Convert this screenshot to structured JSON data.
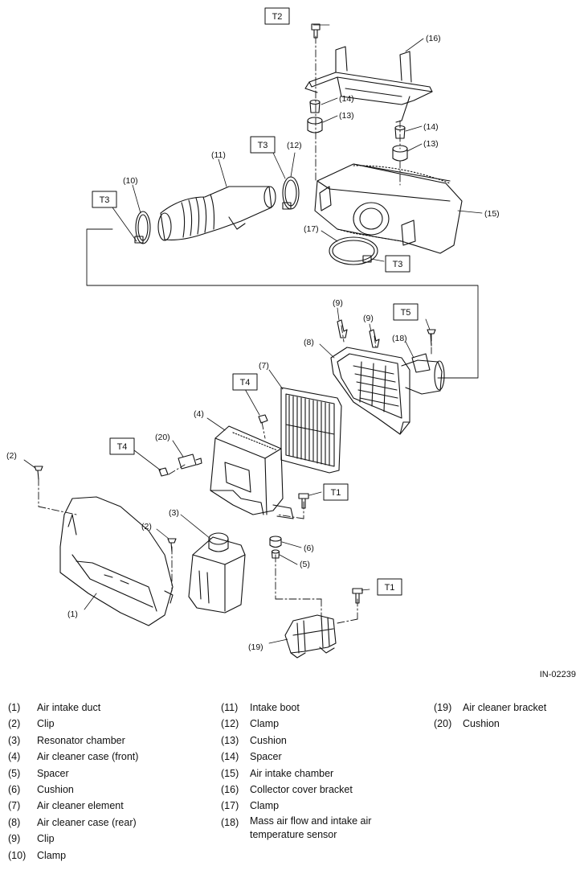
{
  "figure_id": "IN-02239",
  "torque_labels": {
    "t1": "T1",
    "t2": "T2",
    "t3": "T3",
    "t4": "T4",
    "t5": "T5"
  },
  "callouts": {
    "p1": "(1)",
    "p2": "(2)",
    "p3": "(3)",
    "p4": "(4)",
    "p5": "(5)",
    "p6": "(6)",
    "p7": "(7)",
    "p8": "(8)",
    "p9": "(9)",
    "p10": "(10)",
    "p11": "(11)",
    "p12": "(12)",
    "p13": "(13)",
    "p14": "(14)",
    "p15": "(15)",
    "p16": "(16)",
    "p17": "(17)",
    "p18": "(18)",
    "p19": "(19)",
    "p20": "(20)"
  },
  "legend": {
    "col1": [
      {
        "num": "(1)",
        "name": "Air intake duct"
      },
      {
        "num": "(2)",
        "name": "Clip"
      },
      {
        "num": "(3)",
        "name": "Resonator chamber"
      },
      {
        "num": "(4)",
        "name": "Air cleaner case (front)"
      },
      {
        "num": "(5)",
        "name": "Spacer"
      },
      {
        "num": "(6)",
        "name": "Cushion"
      },
      {
        "num": "(7)",
        "name": "Air cleaner element"
      },
      {
        "num": "(8)",
        "name": "Air cleaner case (rear)"
      },
      {
        "num": "(9)",
        "name": "Clip"
      },
      {
        "num": "(10)",
        "name": "Clamp"
      }
    ],
    "col2": [
      {
        "num": "(11)",
        "name": "Intake boot"
      },
      {
        "num": "(12)",
        "name": "Clamp"
      },
      {
        "num": "(13)",
        "name": "Cushion"
      },
      {
        "num": "(14)",
        "name": "Spacer"
      },
      {
        "num": "(15)",
        "name": "Air intake chamber"
      },
      {
        "num": "(16)",
        "name": "Collector cover bracket"
      },
      {
        "num": "(17)",
        "name": "Clamp"
      },
      {
        "num": "(18)",
        "name": "Mass air flow and intake air temperature sensor"
      }
    ],
    "col3": [
      {
        "num": "(19)",
        "name": "Air cleaner bracket"
      },
      {
        "num": "(20)",
        "name": "Cushion"
      }
    ]
  }
}
